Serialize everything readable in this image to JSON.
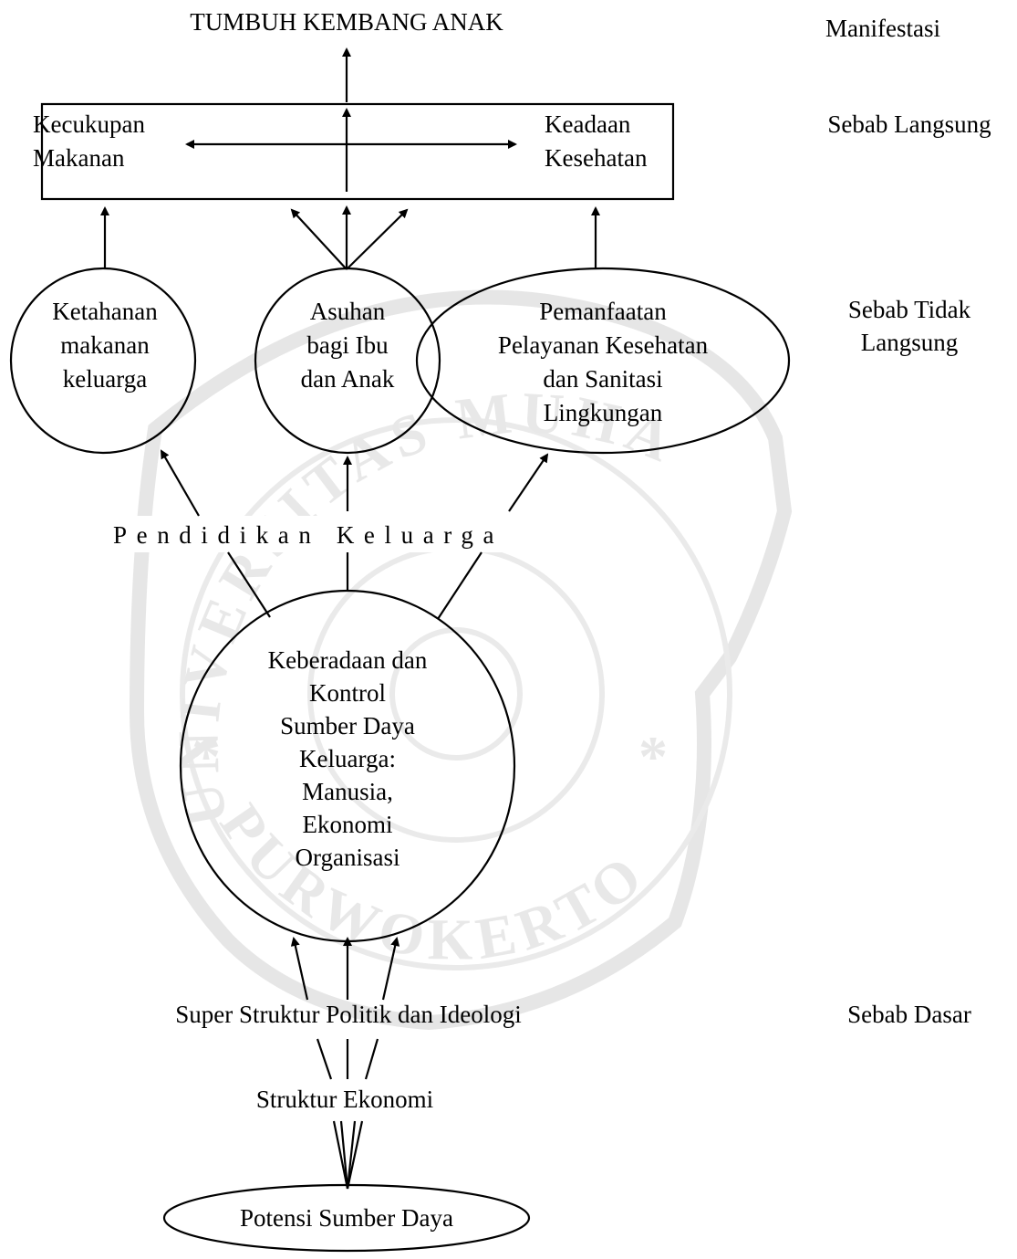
{
  "watermark": {
    "arc_top": "UNIVERSITAS MUHAMMADIYAH",
    "arc_bottom": "PURWOKERTO"
  },
  "levels": {
    "manifestasi": "Manifestasi",
    "sebab_langsung": "Sebab Langsung",
    "sebab_tidak_langsung_1": "Sebab Tidak",
    "sebab_tidak_langsung_2": "Langsung",
    "sebab_dasar": "Sebab Dasar"
  },
  "title": "TUMBUH KEMBANG ANAK",
  "direct_box": {
    "left_line1": "Kecukupan",
    "left_line2": "Makanan",
    "right_line1": "Keadaan",
    "right_line2": "Kesehatan"
  },
  "indirect": {
    "ketahanan": [
      "Ketahanan",
      "makanan",
      "keluarga"
    ],
    "asuhan": [
      "Asuhan",
      "bagi Ibu",
      "dan Anak"
    ],
    "pemanfaatan": [
      "Pemanfaatan",
      "Pelayanan Kesehatan",
      "dan Sanitasi",
      "Lingkungan"
    ]
  },
  "pendidikan": "Pendidikan Keluarga",
  "sumber_daya": [
    "Keberadaan dan",
    "Kontrol",
    "Sumber Daya",
    "Keluarga:",
    "Manusia,",
    "Ekonomi",
    "Organisasi"
  ],
  "super_struktur": "Super Struktur Politik dan Ideologi",
  "struktur_ekonomi": "Struktur Ekonomi",
  "potensi": "Potensi Sumber Daya"
}
